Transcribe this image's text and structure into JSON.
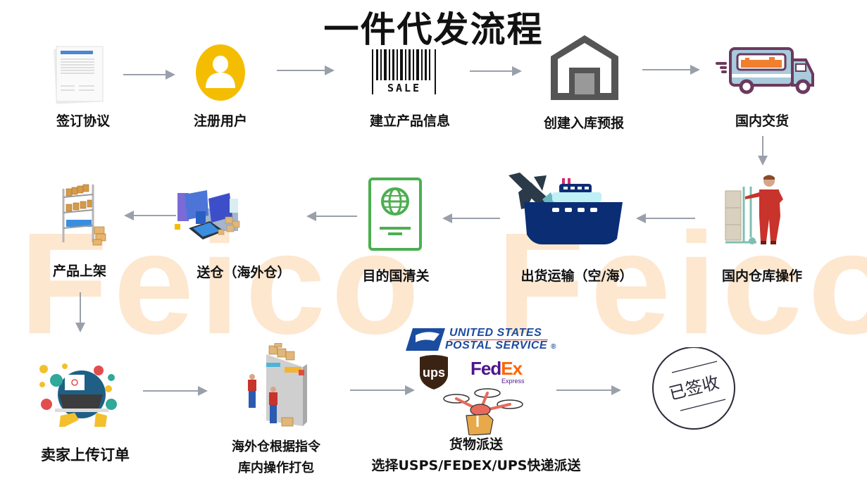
{
  "title": "一件代发流程",
  "watermark": {
    "left": "Feico",
    "right": "Feico",
    "color": "#fde7cf"
  },
  "steps": [
    {
      "id": 1,
      "label": "签订协议",
      "icon": "contract-document-icon"
    },
    {
      "id": 2,
      "label": "注册用户",
      "icon": "user-avatar-icon"
    },
    {
      "id": 3,
      "label": "建立产品信息",
      "icon": "barcode-sale-icon",
      "icon_text": "SALE"
    },
    {
      "id": 4,
      "label": "创建入库预报",
      "icon": "warehouse-icon"
    },
    {
      "id": 5,
      "label": "国内交货",
      "icon": "delivery-truck-icon"
    },
    {
      "id": 6,
      "label": "国内仓库操作",
      "icon": "worker-handcart-icon"
    },
    {
      "id": 7,
      "label": "出货运输（空/海）",
      "icon": "plane-ship-icon"
    },
    {
      "id": 8,
      "label": "目的国清关",
      "icon": "passport-globe-icon"
    },
    {
      "id": 9,
      "label": "送仓（海外仓）",
      "icon": "overseas-warehouse-icon"
    },
    {
      "id": 10,
      "label": "产品上架",
      "icon": "shelf-boxes-icon"
    },
    {
      "id": 11,
      "label": "卖家上传订单",
      "icon": "laptop-order-icon"
    },
    {
      "id": 12,
      "label_line1": "海外仓根据指令",
      "label_line2": "库内操作打包",
      "icon": "warehouse-picking-icon"
    },
    {
      "id": 13,
      "label_line1": "货物派送",
      "label_line2": "选择USPS/FEDEX/UPS快递派送",
      "icon": "drone-delivery-icon"
    },
    {
      "id": 14,
      "label": "已签收",
      "icon": "signed-stamp-icon"
    }
  ],
  "carriers": {
    "usps_line1": "UNITED STATES",
    "usps_line2": "POSTAL SERVICE",
    "usps_reg": "®",
    "ups": "ups",
    "fedex_fed": "Fed",
    "fedex_ex": "Ex",
    "fedex_sub": "Express"
  },
  "colors": {
    "arrow": "#9aa0aa",
    "user_yellow": "#f5bd02",
    "warehouse_gray": "#555555",
    "truck_purple": "#6b3a5e",
    "passport_green": "#4caf50",
    "ship_navy": "#0b2d74",
    "worker_red": "#c8332b",
    "usps_blue": "#1b4ca0",
    "fedex_purple": "#4d148c",
    "fedex_orange": "#ff6600",
    "ups_brown": "#3b2313"
  }
}
